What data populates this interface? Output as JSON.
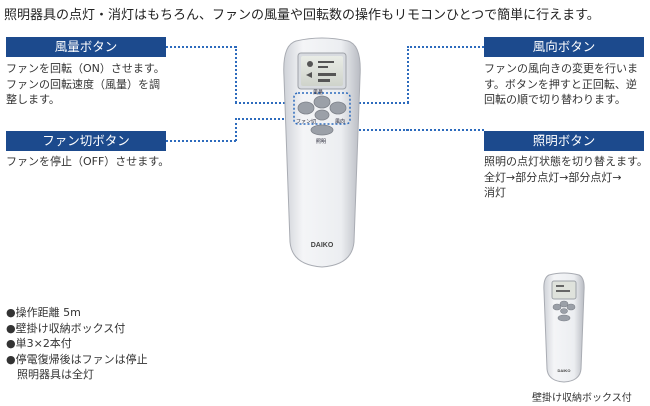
{
  "headline": "照明器具の点灯・消灯はもちろん、ファンの風量や回転数の操作もリモコンひとつで簡単に行えます。",
  "left": {
    "wind_button": {
      "label": "風量ボタン",
      "desc": [
        "ファンを回転（ON）させます。",
        "ファンの回転速度（風量）を調",
        "整します。"
      ]
    },
    "fan_off_button": {
      "label": "ファン切ボタン",
      "desc": [
        "ファンを停止（OFF）させます。"
      ]
    }
  },
  "right": {
    "direction_button": {
      "label": "風向ボタン",
      "desc": [
        "ファンの風向きの変更を行いま",
        "す。ボタンを押すと正回転、逆",
        "回転の順で切り替わります。"
      ]
    },
    "light_button": {
      "label": "照明ボタン",
      "desc": [
        "照明の点灯状態を切り替えます。",
        "全灯→部分点灯→部分点灯→",
        "消灯"
      ]
    }
  },
  "remote": {
    "brand": "DAIKO",
    "btn_wind": "風量",
    "btn_fan_off": "ファン切",
    "btn_direction": "風向",
    "btn_light": "照明"
  },
  "bullets": [
    "●操作距離 5m",
    "●壁掛け収納ボックス付",
    "●単3×2本付",
    "●停電復帰後はファンは停止",
    "　照明器具は全灯"
  ],
  "caption": "壁掛け収納ボックス付",
  "colors": {
    "label_bg": "#1c4a8d",
    "dash": "#2d6bbd"
  }
}
